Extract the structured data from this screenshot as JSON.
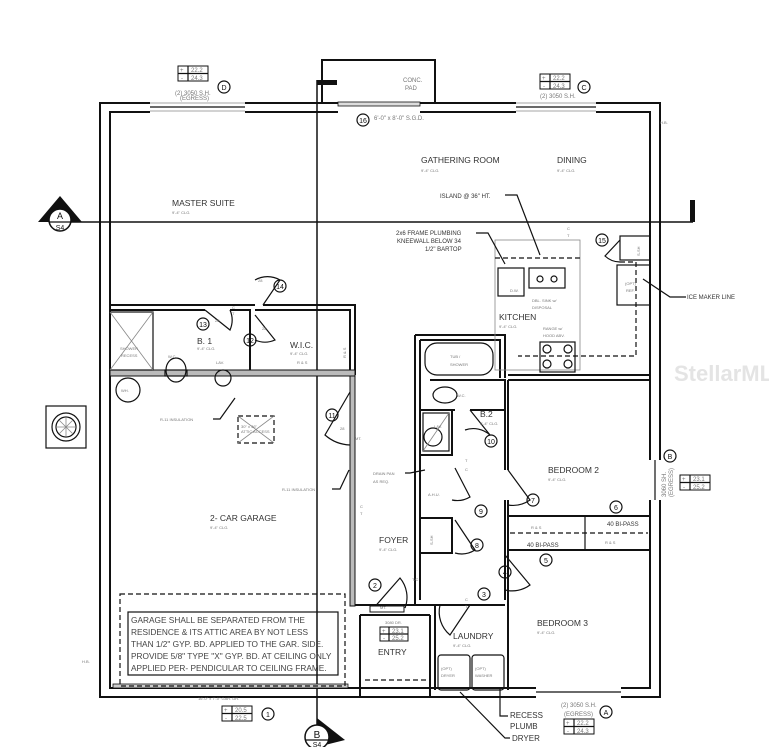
{
  "rooms": {
    "gathering_room": "GATHERING ROOM",
    "dining": "DINING",
    "master_suite": "MASTER SUITE",
    "kitchen": "KITCHEN",
    "b1": "B. 1",
    "wic": "W.I.C.",
    "b2": "B.2",
    "bedroom2": "BEDROOM 2",
    "bedroom3": "BEDROOM 3",
    "foyer": "FOYER",
    "garage": "2- CAR GARAGE",
    "laundry": "LAUNDRY",
    "entry": "ENTRY",
    "ceiling": "9'-4\" CLG."
  },
  "notes": {
    "conc_pad": [
      "CONC.",
      "PAD"
    ],
    "sgd": "6'-0\" x 8'-0\" S.G.D.",
    "window_d": [
      "(2) 3050 S.H.",
      "(EGRESS)"
    ],
    "window_c": "(2) 3050 S.H.",
    "window_b": [
      "3060 SH.",
      "(EGRESS)"
    ],
    "window_a": [
      "(2) 3050 S.H.",
      "(EGRESS)"
    ],
    "island": "ISLAND @ 36\" HT.",
    "kneewall": [
      "2x6 FRAME PLUMBING",
      "KNEEWALL BELOW 34",
      "1/2\" BARTOP"
    ],
    "ice_maker": "ICE MAKER LINE",
    "dw": "D.W.",
    "sink": [
      "DBL. SINK w/",
      "DISPOSAL"
    ],
    "range": [
      "RANGE w/",
      "HOOD ABV."
    ],
    "ref": [
      "(OPT)",
      "REF."
    ],
    "tub": [
      "TUB /",
      "SHOWER"
    ],
    "wc": "W.C.",
    "lav": "LAV.",
    "shower_recess": [
      "SHOWER",
      "RECESS"
    ],
    "wh": "WH.",
    "attic": [
      "30\" x 36\"",
      "ATTIC ACCESS"
    ],
    "r11": "R-11 INSULATION",
    "mt": "MT.",
    "drain_pan": [
      "DRAIN PAN",
      "AS REQ."
    ],
    "ahu": "A.H.U.",
    "rs": "R & S",
    "bipass": "40 BI-PASS",
    "ssh": "S-SH",
    "c": "C",
    "t": "T",
    "tc": "T/C",
    "hb": "H.B.",
    "opt": "(OPT)",
    "dryer": "DRYER",
    "washer": "WASHER",
    "recess_plumb": [
      "RECESS",
      "PLUMB"
    ],
    "dryer_vent": "DRYER",
    "garage_door": "16'-0\" x 7'-0\" GAR. DR.",
    "entry_door": "3080 DR.",
    "door_size": "28",
    "garage_note": [
      "GARAGE SHALL BE SEPARATED FROM THE",
      "RESIDENCE & ITS ATTIC AREA BY NOT LESS",
      "THAN 1/2\" GYP. BD. APPLIED TO THE GAR. SIDE.",
      "PROVIDE 5/8\" TYPE \"X\" GYP. BD. AT CEILING ONLY",
      "APPLIED PER- PENDICULAR TO CEILING FRAME."
    ]
  },
  "tags": {
    "d": {
      "id": "D",
      "plus": "22.2",
      "minus": "24.3"
    },
    "c": {
      "id": "C",
      "plus": "22.2",
      "minus": "24.3"
    },
    "b": {
      "id": "B",
      "plus": "23.1",
      "minus": "25.2"
    },
    "a": {
      "id": "A",
      "plus": "22.2",
      "minus": "24.3"
    },
    "entry": {
      "plus": "23.1",
      "minus": "25.2"
    },
    "garage": {
      "id": "1",
      "plus": "20.5",
      "minus": "22.5"
    }
  },
  "door_numbers": [
    "1",
    "2",
    "3",
    "4",
    "5",
    "6",
    "7",
    "8",
    "9",
    "10",
    "11",
    "12",
    "13",
    "14",
    "15",
    "16"
  ],
  "sections": {
    "a": {
      "letter": "A",
      "sheet": "S4"
    },
    "b": {
      "letter": "B",
      "sheet": "S4"
    }
  },
  "watermark": "StellarMLS"
}
